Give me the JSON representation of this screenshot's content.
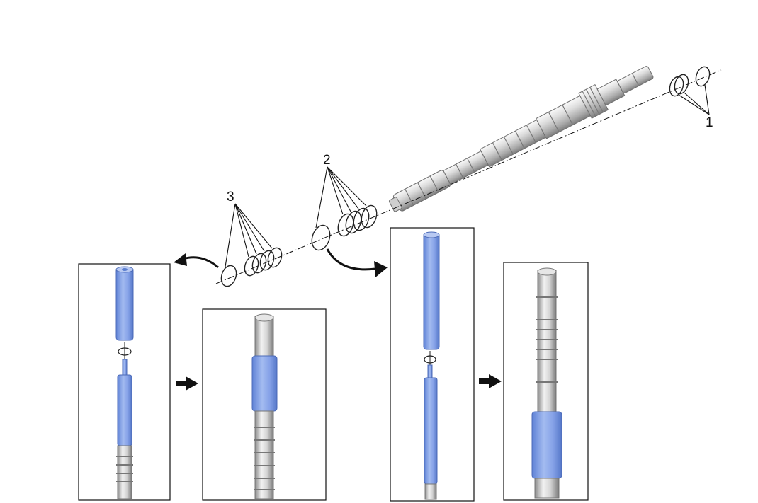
{
  "callouts": {
    "snap_rings_right": "1",
    "seal_rings_middle": "2",
    "seal_rings_left": "3"
  },
  "colors": {
    "shaft_light": "#eeeeee",
    "shaft_mid": "#c9c9c9",
    "shaft_dark": "#8e8e8e",
    "tool_blue": "#7f9fe6",
    "tool_blue_dark": "#5c7fd0",
    "line": "#111111"
  },
  "icons": {
    "left_curved_arrow": "curved-arrow-left-icon",
    "right_curved_arrow": "curved-arrow-right-icon",
    "step_arrow": "arrow-right-icon"
  }
}
